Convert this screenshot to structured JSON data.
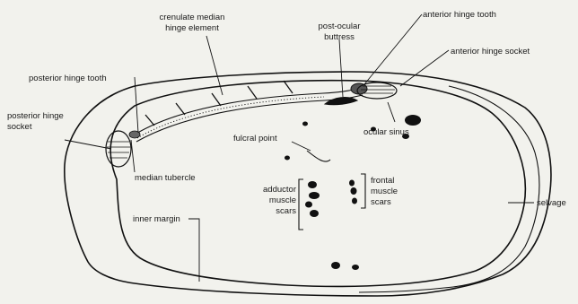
{
  "labels": {
    "crenulate_median_hinge_element": [
      "crenulate median",
      "hinge element"
    ],
    "post_ocular_buttress": [
      "post-ocular",
      "buttress"
    ],
    "anterior_hinge_tooth": "anterior hinge tooth",
    "anterior_hinge_socket": "anterior hinge socket",
    "posterior_hinge_tooth": "posterior hinge tooth",
    "posterior_hinge_socket": [
      "posterior hinge",
      "socket"
    ],
    "ocular_sinus": "ocular sinus",
    "fulcral_point": "fulcral point",
    "median_tubercle": "median tubercle",
    "adductor_muscle_scars": [
      "adductor",
      "muscle",
      "scars"
    ],
    "frontal_muscle_scars": [
      "frontal",
      "muscle",
      "scars"
    ],
    "selvage": "selvage",
    "inner_margin": "inner margin"
  },
  "colors": {
    "background": "#f2f2ed",
    "ink": "#111111"
  }
}
